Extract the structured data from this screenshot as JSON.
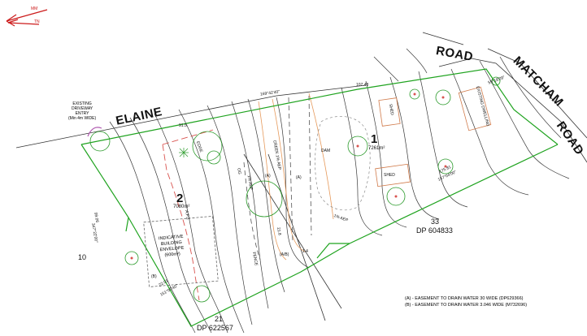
{
  "north_arrow": {
    "label_top": "MM",
    "label_bottom": "TN"
  },
  "roads": {
    "elaine": "ELAINE",
    "road_top": "ROAD",
    "matcham": "MATCHAM",
    "road_right": "ROAD"
  },
  "driveway_note": [
    "EXISTING",
    "DRIVEWAY",
    "ENTRY",
    "(Min 4m WIDE)"
  ],
  "lot1": {
    "number": "1",
    "area": "7261m²"
  },
  "lot2": {
    "number": "2",
    "area": "7080m²"
  },
  "adjacent": {
    "lot33_num": "33",
    "lot33_dp": "DP 604833",
    "lot21_num": "21",
    "lot21_dp": "DP 622567",
    "lot10": "10"
  },
  "features": {
    "dam": "DAM",
    "shed_top": "SHED",
    "shed_mid": "SHED",
    "dwelling": "EXISTING DWELLING",
    "creek": "CREEK 1% AEP",
    "easement_a1": "(A)",
    "easement_a2": "(A)",
    "easement_ab": "(A/B)",
    "easement_b": "(B)",
    "aep_lower": "1% AEP",
    "aep_mid": "1% AEP",
    "apz": "A.P.Z",
    "edge": "EDGE",
    "og": "OG",
    "fence": "FENCE"
  },
  "building_envelope": [
    "INDICATIVE",
    "BUILDING",
    "ENVELOPE",
    "(600m²)"
  ],
  "bearings": {
    "top_mid": "169°42'40\"",
    "top_len": "107.48",
    "right_top": "55°18'09\"",
    "right_len": "175.81",
    "right_bear": "157°04'00\"",
    "left_len": "99.06",
    "left_bear": "347°22'00\"",
    "bottom_len": "22.01",
    "bottom_bear": "151°07'40\"",
    "creek_bear": "21.8",
    "mid_len": "1.4",
    "left_top": "91.5"
  },
  "legend": [
    "(A) - EASEMENT TO DRAIN WATER 30 WIDE (DP629366)",
    "(B) - EASEMENT TO DRAIN WATER 3.046 WIDE (M732696)"
  ],
  "colors": {
    "boundary": "#1fa31f",
    "contour": "#333333",
    "apz": "#d9534f",
    "creek": "#e69a5c",
    "arrow": "#cc1b1b",
    "building": "#9a9a9a"
  }
}
